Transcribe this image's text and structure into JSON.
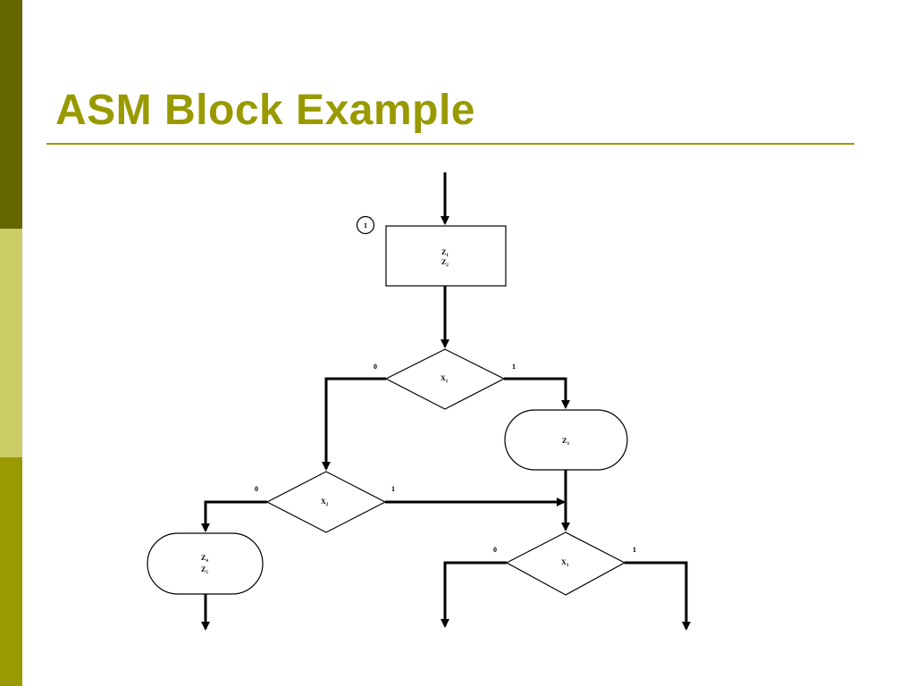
{
  "theme": {
    "sidebar_top": "#666600",
    "sidebar_mid": "#cccc66",
    "sidebar_bot": "#999900",
    "title_color": "#999900",
    "rule_color": "#999900"
  },
  "slide": {
    "title": "ASM Block Example"
  },
  "diagram": {
    "state_marker": "1",
    "state_box": {
      "line1": "Z",
      "sub1": "1",
      "line2": "Z",
      "sub2": "2"
    },
    "decision1": {
      "var": "X",
      "sub": "1",
      "label_false": "0",
      "label_true": "1"
    },
    "cond_output1": {
      "line1": "Z",
      "sub1": "3"
    },
    "decision2": {
      "var": "X",
      "sub": "2",
      "label_false": "0",
      "label_true": "1"
    },
    "cond_output2": {
      "line1": "Z",
      "sub1": "4",
      "line2": "Z",
      "sub2": "5"
    },
    "decision3": {
      "var": "X",
      "sub": "3",
      "label_false": "0",
      "label_true": "1"
    }
  }
}
